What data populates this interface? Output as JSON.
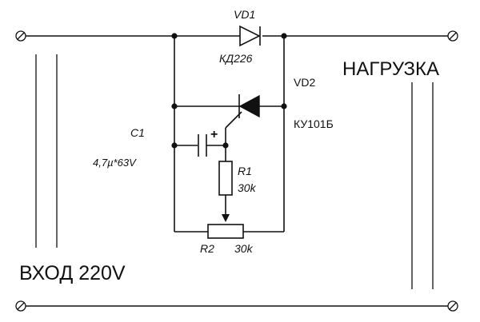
{
  "diagram": {
    "labels": {
      "vd1": "VD1",
      "vd1_type": "КД226",
      "vd2": "VD2",
      "vd2_type": "КУ101Б",
      "c1": "C1",
      "c1_value": "4,7µ*63V",
      "c1_plus": "+",
      "r1": "R1",
      "r1_value": "30k",
      "r2": "R2",
      "r2_value": "30k",
      "input": "ВХОД 220V",
      "load": "НАГРУЗКА"
    }
  }
}
